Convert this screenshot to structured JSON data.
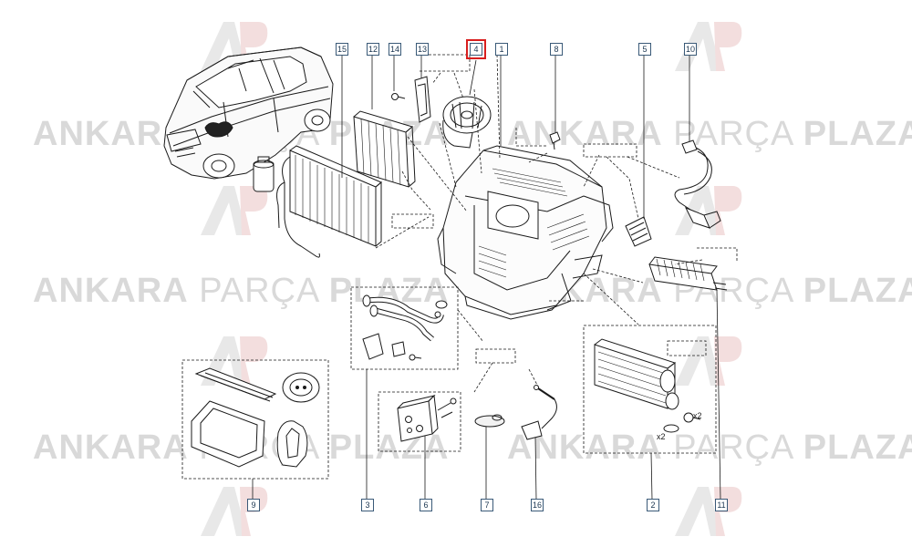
{
  "watermark": {
    "brand_bold_1": "ANKARA",
    "brand_light": "PARÇA",
    "brand_bold_2": "PLAZA"
  },
  "callouts": {
    "c1": "1",
    "c2": "2",
    "c3": "3",
    "c4": "4",
    "c5": "5",
    "c6": "6",
    "c7": "7",
    "c8": "8",
    "c9": "9",
    "c10": "10",
    "c11": "11",
    "c12": "12",
    "c13": "13",
    "c14": "14",
    "c15": "15",
    "c16": "16"
  },
  "quantity_labels": {
    "x2_top": "x2",
    "x2_bottom": "x2"
  },
  "highlighted_callout": "4",
  "colors": {
    "line": "#1a1a1a",
    "callout_border": "#3a5a78",
    "highlight": "#d81e1e",
    "watermark": "#d9d9d9"
  }
}
